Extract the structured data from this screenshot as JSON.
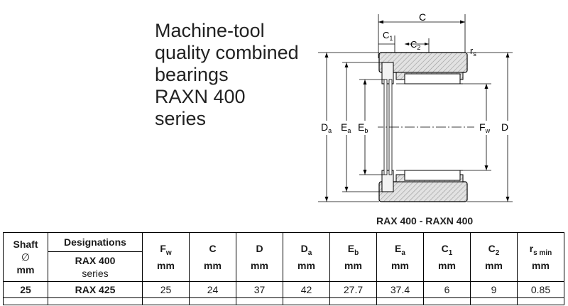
{
  "title": "Machine-tool\nquality combined\nbearings\nRAXN 400\nseries",
  "drawing_caption": "RAX 400 - RAXN 400",
  "drawing_labels": {
    "C": "C",
    "C1": "C",
    "C1_sub": "1",
    "C2": "C",
    "C2_sub": "2",
    "rs": "r",
    "rs_sub": "s",
    "Da": "D",
    "Da_sub": "a",
    "Ea": "E",
    "Ea_sub": "a",
    "Eb": "E",
    "Eb_sub": "b",
    "Fw": "F",
    "Fw_sub": "w",
    "D": "D"
  },
  "table": {
    "shaft_label": "Shaft",
    "shaft_symbol": "∅",
    "shaft_unit": "mm",
    "designations_label": "Designations",
    "series_label_line1": "RAX 400",
    "series_label_line2": "series",
    "columns": [
      {
        "main": "F",
        "sub": "w",
        "unit": "mm"
      },
      {
        "main": "C",
        "sub": "",
        "unit": "mm"
      },
      {
        "main": "D",
        "sub": "",
        "unit": "mm"
      },
      {
        "main": "D",
        "sub": "a",
        "unit": "mm"
      },
      {
        "main": "E",
        "sub": "b",
        "unit": "mm"
      },
      {
        "main": "E",
        "sub": "a",
        "unit": "mm"
      },
      {
        "main": "C",
        "sub": "1",
        "unit": "mm"
      },
      {
        "main": "C",
        "sub": "2",
        "unit": "mm"
      },
      {
        "main": "r",
        "sub": "s min",
        "unit": "mm"
      }
    ],
    "rows": [
      {
        "shaft": "25",
        "designation": "RAX 425",
        "values": [
          "25",
          "24",
          "37",
          "42",
          "27.7",
          "37.4",
          "6",
          "9",
          "0.85"
        ]
      }
    ]
  },
  "colors": {
    "line": "#000000",
    "hatch": "#c8c8c8"
  }
}
